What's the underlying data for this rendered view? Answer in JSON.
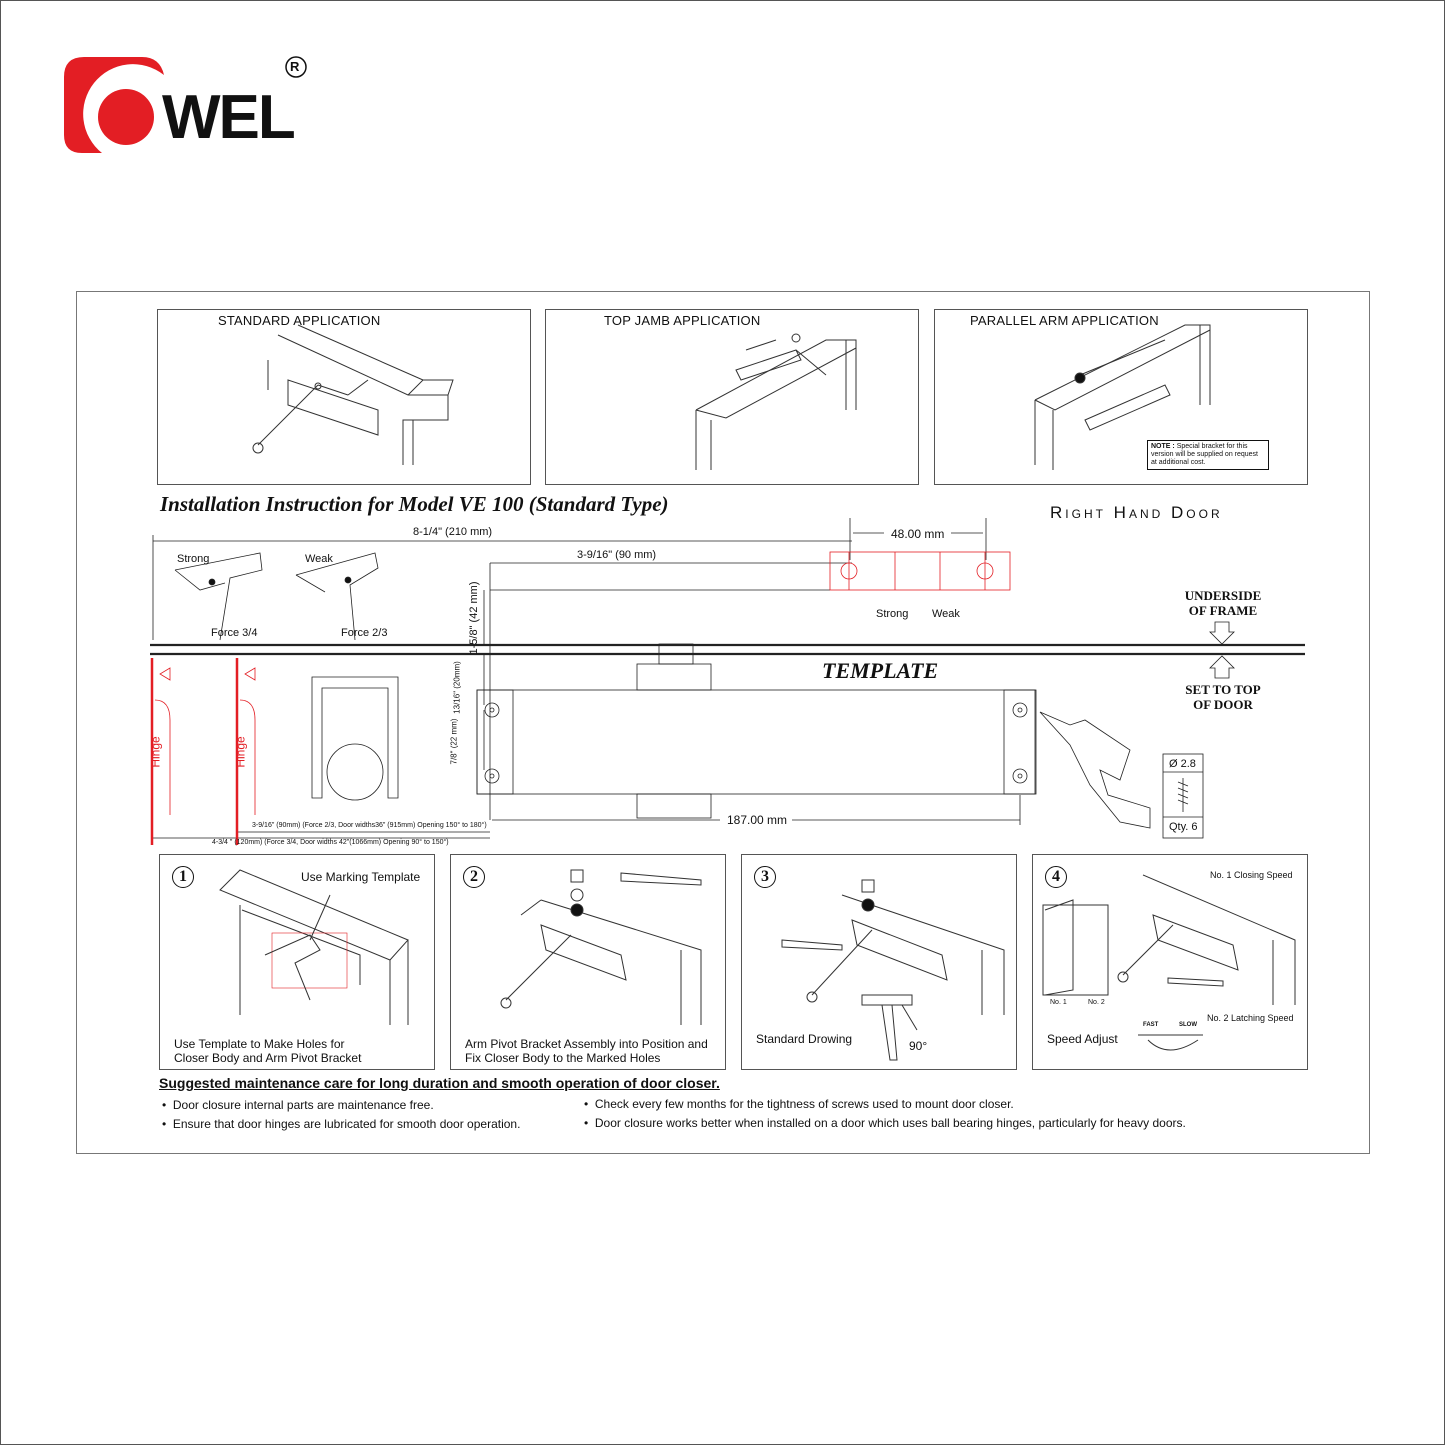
{
  "brand": {
    "logo_text": "WEL",
    "registered_mark": "R",
    "logo_color": "#e31e24"
  },
  "applications": [
    {
      "title": "STANDARD APPLICATION"
    },
    {
      "title": "TOP JAMB APPLICATION"
    },
    {
      "title": "PARALLEL ARM APPLICATION",
      "note_label": "NOTE :",
      "note_text": "Special bracket for this version will be supplied on request at additional cost."
    }
  ],
  "instruction_title": "Installation  Instruction for Model VE 100 (Standard Type)",
  "door_type": "Right Hand Door",
  "template": {
    "title": "TEMPLATE",
    "dim_210": "8-1/4\" (210 mm)",
    "dim_90": "3-9/16\" (90 mm)",
    "dim_48": "48.00 mm",
    "dim_42": "1-5/8\" (42 mm)",
    "dim_20": "13/16\" (20mm)",
    "dim_22": "7/8\" (22 mm)",
    "dim_187": "187.00 mm",
    "strong": "Strong",
    "weak": "Weak",
    "force_34": "Force 3/4",
    "force_23": "Force 2/3",
    "bracket_strong": "Strong",
    "bracket_weak": "Weak",
    "underside": "UNDERSIDE OF FRAME",
    "set_to_top": "SET TO TOP OF DOOR",
    "hinge": "Hinge",
    "note_90": "3-9/16\" (90mm) (Force 2/3, Door widths36\" (915mm) Opening 150° to 180°)",
    "note_120": "4-3/4 \" (120mm)  (Force 3/4, Door widths 42\"(1066mm) Opening 90° to 150°)",
    "screw_diameter": "Ø 2.8",
    "screw_qty": "Qty. 6"
  },
  "steps": [
    {
      "number": "1",
      "label": "Use Marking Template",
      "caption": "Use Template to Make Holes for Closer Body and Arm Pivot Bracket"
    },
    {
      "number": "2",
      "label": "",
      "caption": "Arm Pivot Bracket Assembly into Position and Fix Closer Body to the Marked Holes"
    },
    {
      "number": "3",
      "label": "90°",
      "caption": "Standard Drowing"
    },
    {
      "number": "4",
      "label": "No. 1 Closing Speed",
      "label2": "No. 2 Latching Speed",
      "caption": "Speed Adjust",
      "fast": "FAST",
      "slow": "SLOW",
      "no1": "No. 1",
      "no2": "No. 2"
    }
  ],
  "maintenance": {
    "title": "Suggested maintenance care for long duration and smooth operation of door closer.",
    "left": [
      "Door closure internal parts are maintenance free.",
      "Ensure that door hinges are lubricated for smooth door operation."
    ],
    "right": [
      "Check every few months for the tightness of screws used to mount door closer.",
      "Door closure works better when installed on a door which uses ball bearing hinges, particularly for heavy doors."
    ]
  }
}
